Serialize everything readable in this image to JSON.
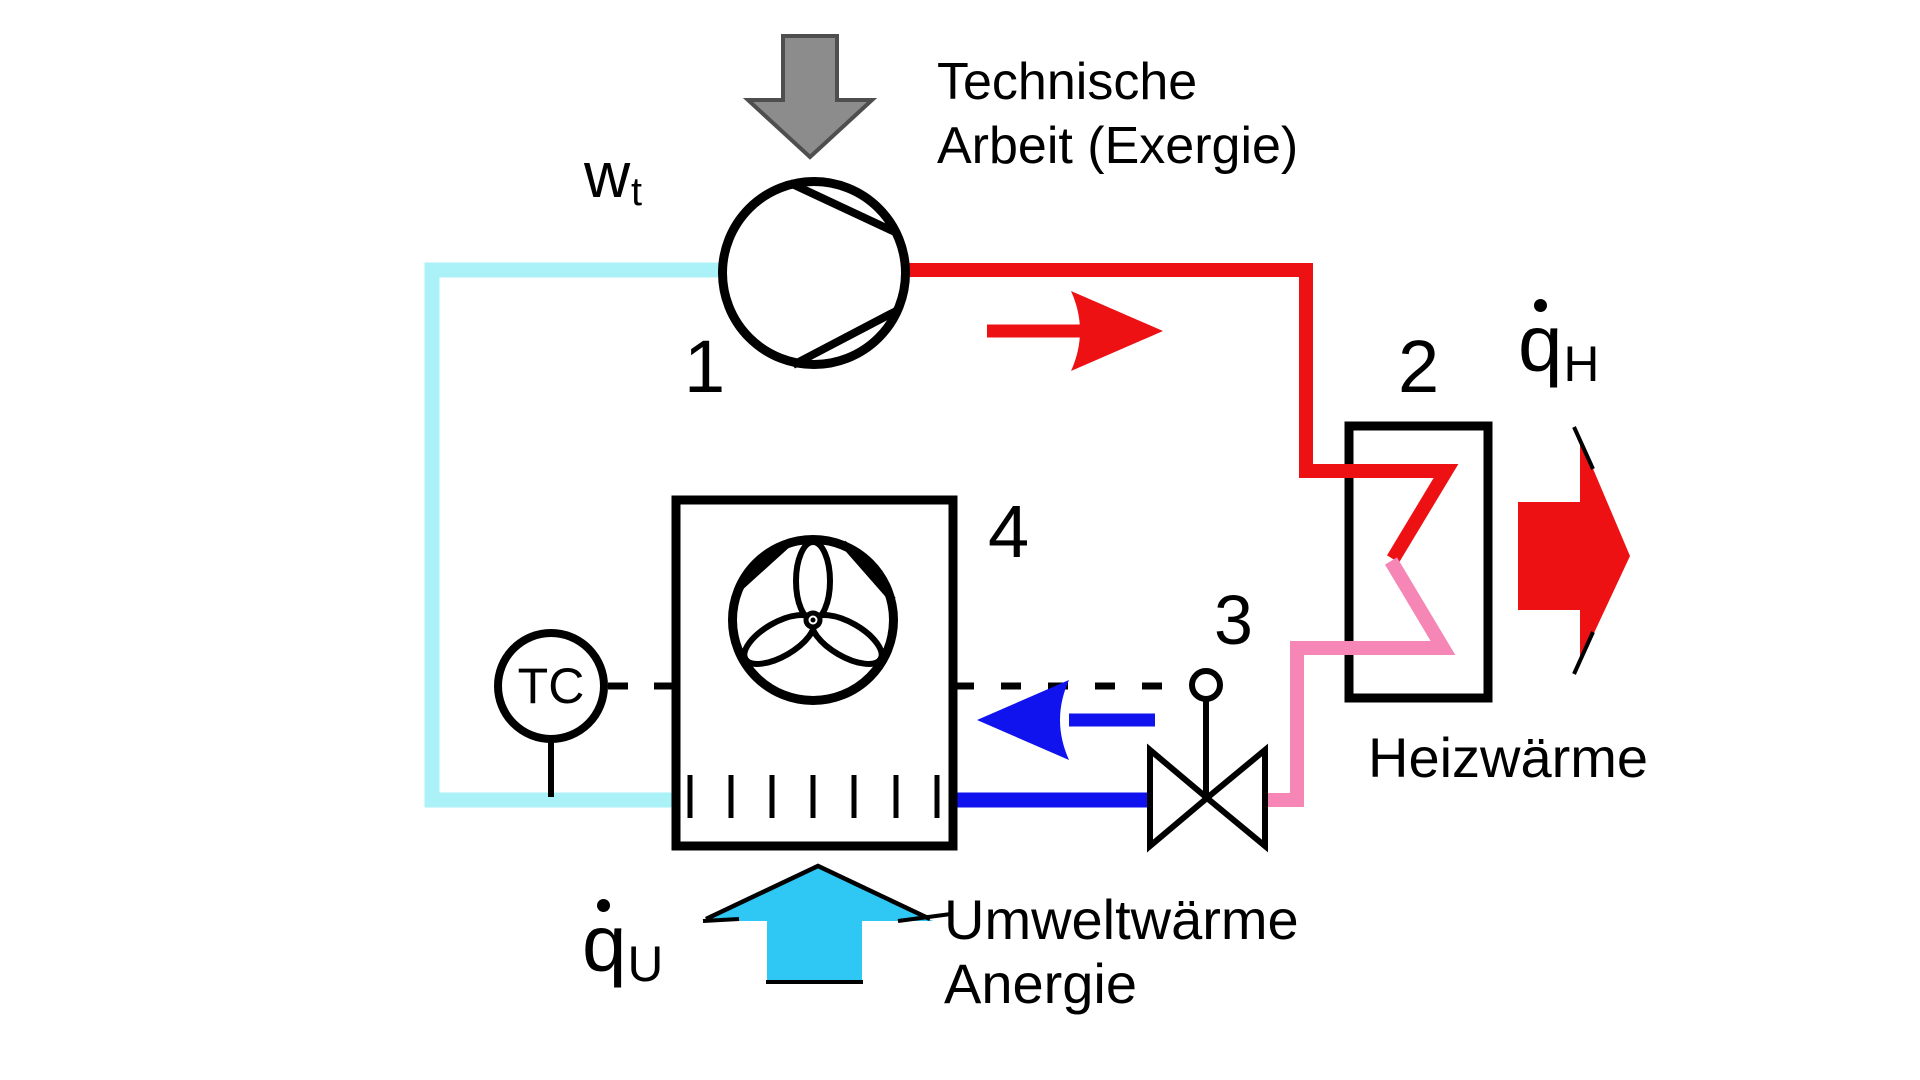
{
  "page": {
    "background": "#ffffff"
  },
  "labels": {
    "technical_work": {
      "line1": "Technische",
      "line2": "Arbeit (Exergie)"
    },
    "work": {
      "base": "w",
      "sub": "t"
    },
    "compressor_number": "1",
    "condenser_number": "2",
    "valve_number": "3",
    "evaporator_number": "4",
    "controller": "TC",
    "heat_output": {
      "base": "q",
      "sub": "H",
      "overdot": true
    },
    "heating_heat": "Heizwärme",
    "ambient_heat_flux": {
      "base": "q",
      "sub": "U",
      "overdot": true
    },
    "ambient_heat": {
      "line1": "Umweltwärme",
      "line2": "Anergie"
    }
  },
  "colors": {
    "red": "#ed1114",
    "pink": "#f586b6",
    "blue": "#1013ee",
    "pipe-cyan": "#aaf1f8",
    "arrow-cyan": "#2fc7f3",
    "gray-arrow-fill": "#8c8c8c",
    "gray-arrow-stroke": "#4e4e4e",
    "line-black": "#000000"
  }
}
